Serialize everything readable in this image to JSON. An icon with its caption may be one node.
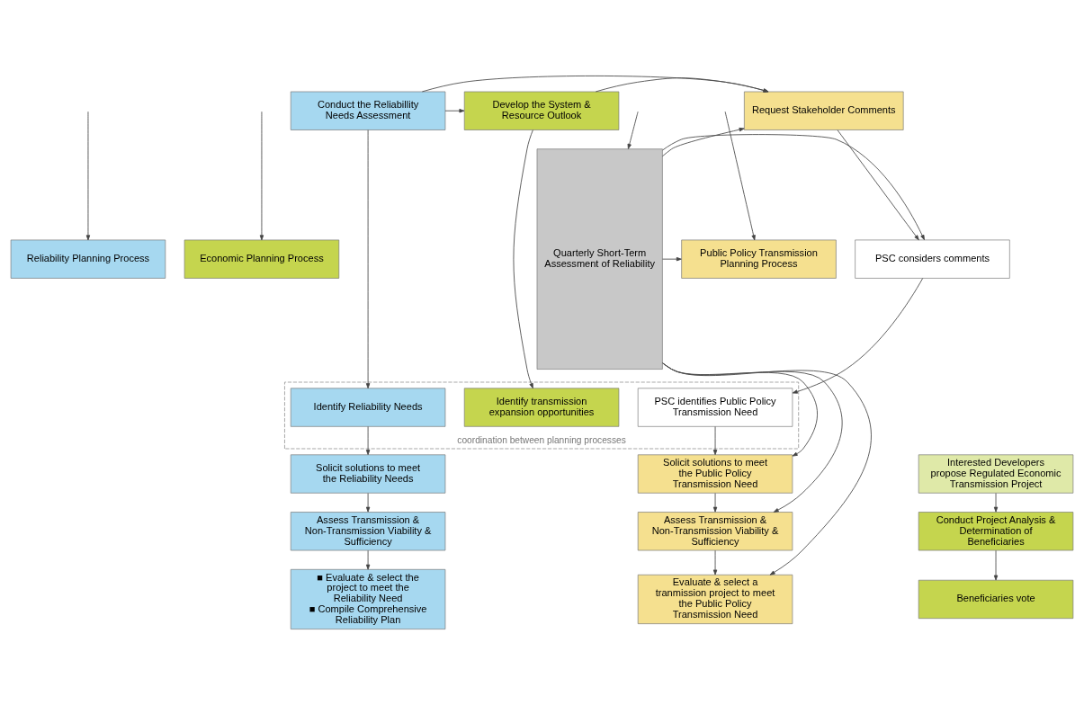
{
  "diagram": {
    "nodes": [
      {
        "text": [
          "Reliability Planning Process"
        ]
      },
      {
        "text": [
          "Economic Planning Process"
        ]
      },
      {
        "text": [
          "Public Policy Transmission Planning Process"
        ]
      },
      {
        "text": [
          "Quarterly Short-Term Assessment of Reliability"
        ]
      },
      {
        "text": [
          "Conduct the Reliabillity Needs Assessment"
        ]
      },
      {
        "text": [
          "Develop the System & Resource Outlook"
        ]
      },
      {
        "text": [
          "Request Stakeholder Comments"
        ]
      },
      {
        "text": [
          "PSC considers comments"
        ]
      },
      {
        "text": [
          "coordination between planning processes"
        ]
      },
      {
        "text": [
          "Identify Reliability Needs"
        ],
        "in": 8
      },
      {
        "text": [
          "Identify transmission expansion opportunities"
        ],
        "in": 8
      },
      {
        "text": [
          "PSC identifies Public Policy Transmission Need"
        ],
        "in": 8
      },
      {
        "text": [
          "Solicit solutions to meet the Reliability Needs"
        ]
      },
      {
        "text": [
          "Interested Developers propose Regulated Economic Transmission Project"
        ]
      },
      {
        "text": [
          "Solicit solutions to meet the Public Policy Transmission Need"
        ]
      },
      {
        "text": [
          "Assess Transmission & Non-Transmission Viability & Sufficiency"
        ]
      },
      {
        "text": [
          "Conduct Project Analysis & Determination of Beneficiaries"
        ]
      },
      {
        "text": [
          "Assess Transmission & Non-Transmission Viability & Sufficiency"
        ]
      },
      {
        "text": [
          "■ Evaluate & select the project to meet the Reliability Need",
          "■ Compile Comprehensive Reliability Plan"
        ]
      },
      {
        "text": [
          "Beneficiaries vote"
        ]
      },
      {
        "text": [
          "Evaluate & select a tranmission project to meet the Public Policy Transmission Need"
        ]
      }
    ],
    "edges": [
      {
        "from": null,
        "to": 0,
        "arrow": "to"
      },
      {
        "from": null,
        "to": 1,
        "arrow": "to"
      },
      {
        "from": null,
        "to": 2,
        "arrow": "to"
      },
      {
        "from": null,
        "to": 3,
        "arrow": "to"
      },
      {
        "from": 3,
        "to": 2,
        "arrow": "to"
      },
      {
        "from": 4,
        "to": 6,
        "arrow": "to"
      },
      {
        "from": 3,
        "to": 6,
        "arrow": "to"
      },
      {
        "from": 4,
        "to": 5,
        "arrow": "to"
      },
      {
        "from": 5,
        "to": 6,
        "arrow": "to"
      },
      {
        "from": 6,
        "to": 7,
        "arrow": "to"
      },
      {
        "from": 3,
        "to": 7,
        "arrow": "to"
      },
      {
        "from": 4,
        "to": 9,
        "arrow": "to"
      },
      {
        "from": 5,
        "to": 10,
        "arrow": "to"
      },
      {
        "from": 7,
        "to": 11,
        "arrow": "to"
      },
      {
        "from": 9,
        "to": 12,
        "arrow": "to"
      },
      {
        "from": 11,
        "to": 14,
        "arrow": "to"
      },
      {
        "from": 3,
        "to": 14,
        "arrow": "to"
      },
      {
        "from": 12,
        "to": 15,
        "arrow": "to"
      },
      {
        "from": 13,
        "to": 16,
        "arrow": "to"
      },
      {
        "from": 14,
        "to": 17,
        "arrow": "to"
      },
      {
        "from": 3,
        "to": 17,
        "arrow": "to"
      },
      {
        "from": 15,
        "to": 18,
        "arrow": "to"
      },
      {
        "from": 16,
        "to": 19,
        "arrow": "to"
      },
      {
        "from": 17,
        "to": 20,
        "arrow": "to"
      },
      {
        "from": 3,
        "to": 20,
        "arrow": "to"
      }
    ]
  }
}
